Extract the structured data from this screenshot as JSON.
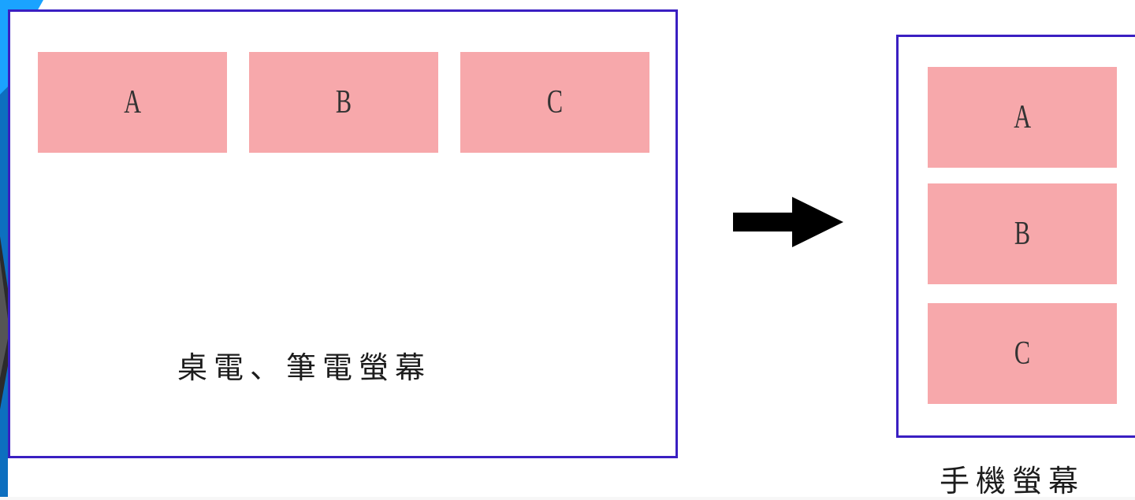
{
  "diagram": {
    "desktop": {
      "caption": "桌電、筆電螢幕",
      "boxes": [
        "A",
        "B",
        "C"
      ]
    },
    "phone": {
      "caption": "手機螢幕",
      "boxes": [
        "A",
        "B",
        "C"
      ]
    }
  },
  "colors": {
    "frame_border": "#3a1fc2",
    "box_fill": "#f7a8ab",
    "arrow": "#000000",
    "decoration_dark": "#333333",
    "decoration_accent": "#1aa3ff"
  }
}
